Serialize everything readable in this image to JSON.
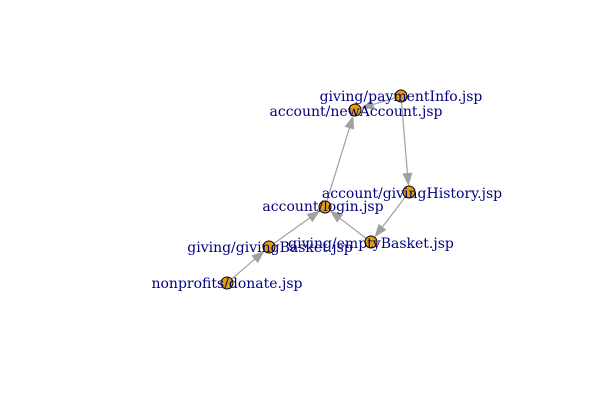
{
  "colors": {
    "node_fill": "#E69F00",
    "node_stroke": "#000000",
    "edge": "#A0A0A0",
    "label": "#000080"
  },
  "nodes": [
    {
      "id": "n1",
      "label": "giving/paymentInfo.jsp"
    },
    {
      "id": "n2",
      "label": "account/newAccount.jsp"
    },
    {
      "id": "n3",
      "label": "account/givingHistory.jsp"
    },
    {
      "id": "n4",
      "label": "account/login.jsp"
    },
    {
      "id": "n5",
      "label": "giving/emptyBasket.jsp"
    },
    {
      "id": "n6",
      "label": "giving/givingBasket.jsp"
    },
    {
      "id": "n7",
      "label": "nonprofits/donate.jsp"
    }
  ],
  "edges": [
    {
      "from": "n7",
      "to": "n6"
    },
    {
      "from": "n6",
      "to": "n4"
    },
    {
      "from": "n4",
      "to": "n2"
    },
    {
      "from": "n1",
      "to": "n2"
    },
    {
      "from": "n1",
      "to": "n3"
    },
    {
      "from": "n3",
      "to": "n5"
    },
    {
      "from": "n5",
      "to": "n4"
    }
  ]
}
